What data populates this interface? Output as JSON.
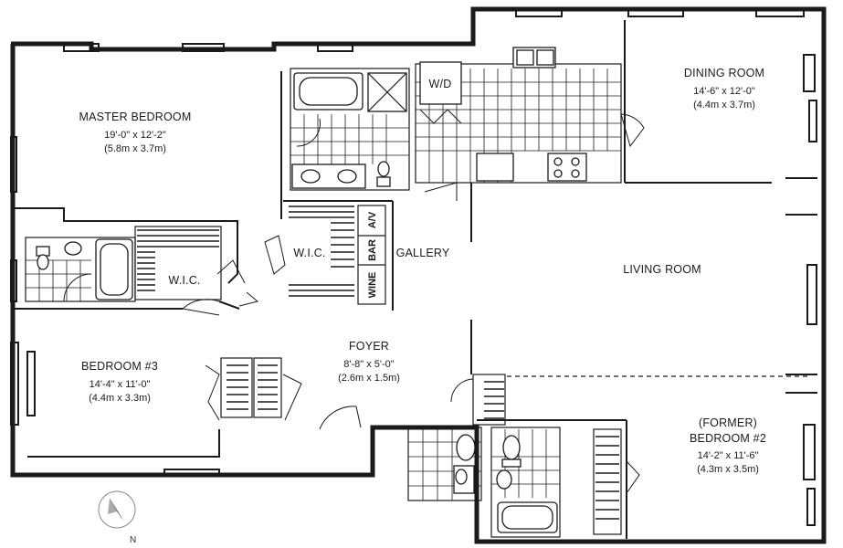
{
  "rooms": {
    "master_bedroom": {
      "name": "MASTER BEDROOM",
      "dim_ft": "19'-0\" x 12'-2\"",
      "dim_m": "(5.8m x 3.7m)"
    },
    "dining_room": {
      "name": "DINING ROOM",
      "dim_ft": "14'-6\" x 12'-0\"",
      "dim_m": "(4.4m x 3.7m)"
    },
    "bedroom3": {
      "name": "BEDROOM #3",
      "dim_ft": "14'-4\" x 11'-0\"",
      "dim_m": "(4.4m x 3.3m)"
    },
    "foyer": {
      "name": "FOYER",
      "dim_ft": "8'-8\" x 5'-0\"",
      "dim_m": "(2.6m x 1.5m)"
    },
    "former_bedroom2": {
      "name_line1": "(FORMER)",
      "name_line2": "BEDROOM #2",
      "dim_ft": "14'-2\" x 11'-6\"",
      "dim_m": "(4.3m x 3.5m)"
    },
    "living_room": {
      "name": "LIVING ROOM"
    },
    "gallery": {
      "name": "GALLERY"
    },
    "wic_master": {
      "name": "W.I.C."
    },
    "wic_bed3": {
      "name": "W.I.C."
    },
    "laundry": {
      "name": "W/D"
    }
  },
  "cabinet_labels": {
    "av": "A/V",
    "bar": "BAR",
    "wine": "WINE"
  },
  "compass": {
    "north": "N"
  }
}
